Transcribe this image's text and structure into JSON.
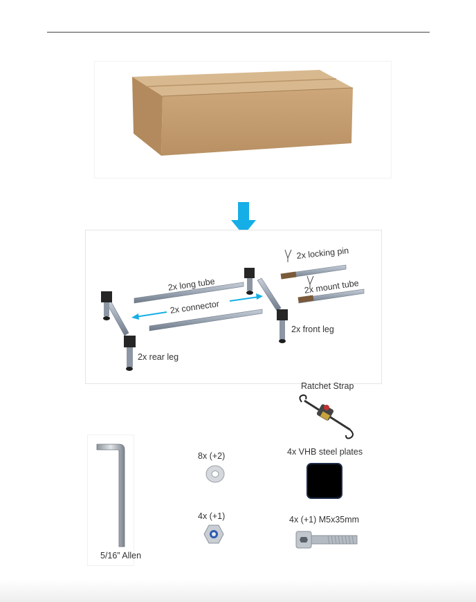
{
  "diagram": {
    "labels": {
      "locking_pin": "2x locking pin",
      "long_tube": "2x long tube",
      "mount_tube": "2x mount tube",
      "connector": "2x connector",
      "front_leg": "2x front leg",
      "rear_leg": "2x rear leg"
    }
  },
  "hardware": {
    "ratchet_strap": "Ratchet Strap",
    "vhb_plates": "4x VHB steel plates",
    "washers": "8x (+2)",
    "nuts": "4x (+1)",
    "bolts": "4x (+1) M5x35mm",
    "allen_key": "5/16” Allen"
  },
  "colors": {
    "arrow": "#16aee6",
    "cardboard": "#c9a577",
    "tube": "#9aa5b3",
    "plate": "#000000"
  }
}
